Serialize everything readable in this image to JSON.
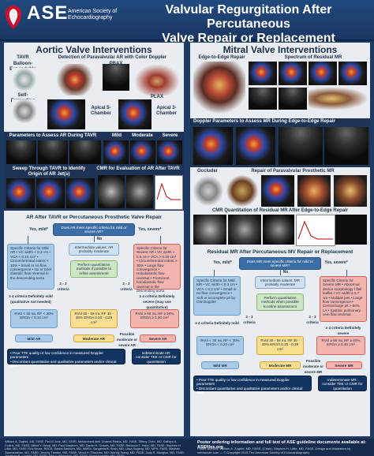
{
  "header": {
    "logo_title": "ASE",
    "logo_sub": "American Society of Echocardiography",
    "title_line1": "Valvular Regurgitation After Percutaneous",
    "title_line2": "Valve Repair or Replacement"
  },
  "left": {
    "title": "Aortic Valve Interventions",
    "tavr": "TAVR",
    "balloon": "Balloon-Expandable",
    "self_exp": "Self-Expanding",
    "detection": "Detection of Paravalvular AR with Color Doppler",
    "pbax": "PBAX",
    "plax": "PLAX",
    "apical5": "Apical 5-Chamber",
    "apical3": "Apical 3-Chamber",
    "params": "Parameters to Assess AR During TAVR",
    "mild": "Mild",
    "moderate": "Moderate",
    "severe": "Severe",
    "sweep": "Sweep Through TAVR to Identify Origin of AR Jet(s)",
    "cmr": "CMR for Evaluation of AR After TAVR",
    "flow_title": "AR After TAVR or Percutaneous Prosthetic Valve Repair",
    "q": "Does AR meet specific criteria for mild or severe AR?",
    "yes_mild": "Yes, mild*",
    "yes_severe": "Yes, severe*",
    "mild_box": "Specific Criteria for Mild AR • VC width < 0.3 cm • VCA < 0.10 cm² • Circumferential extent < 10% • Small or no flow convergence • No or brief diastolic flow reversal in the descending aorta",
    "no_mid": "No",
    "mid_box": "Intermediate values: AR probably moderate",
    "perform": "Perform quantitative methods if possible to refine assessment",
    "severe_box": "Specific Criteria for Severe AR • VC width > 0.6 cm • VCA > 0.30 cm² • Circumferential extent > 30% • Large flow convergence • Holodiastolic flow reversal • Prominent holodiastolic flow reversal in the descending aorta",
    "crit_left": "≥ 4 criteria Definitely mild (qualitative not needed)",
    "crit_right": "≥ 4 criteria Definitely severe (may use quantitative)",
    "crit2_l": "2 - 3 criteria",
    "crit2_r": "2 - 3 criteria",
    "q_mild": "RVol < 30 mL RF < 30% EROA < 0.10 cm²",
    "q_mod": "RVol 30 - 59 mL RF 30 - 49% EROA 0.10 - 0.29 cm²",
    "q_sev": "RVol ≥ 60 mL RF ≥ 50% EROA ≥ 0.30 cm²",
    "out_mild": "Mild AR",
    "out_mod": "Moderate AR",
    "out_sev": "Severe AR",
    "possible": "Possible moderate or severe AR",
    "bullet1": "• Poor TTE quality or low confidence in measured Doppler parameters",
    "bullet2": "• Discordant quantitative and qualitative parameters and/or clinical data",
    "indeterminate": "Indeterminate AR: consider TEE or CMR for quantitation"
  },
  "right": {
    "title": "Mitral Valve Interventions",
    "edge": "Edge-to-Edge Repair",
    "spectrum": "Spectrum of Residual MR",
    "doppler": "Doppler Parameters to Assess MR During Edge-to-Edge Repair",
    "occluder": "Occluder",
    "paravalvular": "Repair of Paravalvular Prosthetic MR",
    "cmr": "CMR Quantitation of Residual MR After Edge-to-Edge Repair",
    "flow_title": "Residual MR After Percutaneous MV Repair or Replacement",
    "q": "Does MR meet specific criteria for mild or severe MR?",
    "yes_mild": "Yes, mild*",
    "yes_severe": "Yes, severe*",
    "mild_box": "Specific Criteria for Mild MR • VC width < 0.3 cm • VCA < 0.2 cm² • Small or no flow convergence • Soft or incomplete jet by CW Doppler",
    "no_mid": "No",
    "mid_box": "Intermediate values: MR probably moderate",
    "perform": "Perform quantitative methods when possible to refine assessment",
    "severe_box": "Specific Criteria for Severe MR • Abnormal device morphology / flail leaflet • VC width ≥ 0.7 cm • Multiple jets • Large flow convergence • Central large jet > 50% LA • Systolic pulmonary vein flow reversal",
    "crit_left": "≥ 4 criteria Definitely mild",
    "crit_right": "≥ 4 criteria Definitely severe",
    "crit2_l": "2 - 3 criteria",
    "crit2_r": "2 - 3 criteria",
    "q_mild": "RVol < 30 mL RF < 30% EROA < 0.20 cm²",
    "q_mod": "RVol 30 - 59 mL RF 30 - 49% EROA 0.20 - 0.39 cm²",
    "q_sev": "RVol ≥ 60 mL RF ≥ 50% EROA ≥ 0.40 cm²",
    "out_mild": "Mild MR",
    "out_mod": "Moderate MR",
    "out_sev": "Severe MR",
    "possible": "Possible moderate or severe MR",
    "bullet1": "• Poor TTE quality or low confidence in measured Doppler parameters",
    "bullet2": "• Discordant quantitative and qualitative parameters and/or clinical data",
    "indeterminate": "Indeterminate MR: consider TEE or CMR for quantitation"
  },
  "footer": {
    "left": "William A. Zoghbi, MD, FASE; Pei-Ni Jone, MD, FASE; Mohammed Amir Chamsi-Pasha, MD, FASE; Tiffany Chen, MD; Kathryn A. Collins, MD, FASE; Milind Y. Desai, MD; Paul Grayburn, MD; Daniel H. Groves, MD, FASE; Rebecca T. Hahn, MD, FASE; Stephen H. Little, MD, FASE; Eric Kruse, RDCS; Danita Sanborn, MD, MMSc; Sangeeta B. Shah, MD; Lissa Sugeng, MD, MPH, FASE; Madhav Swaminathan, MD, FASE; Jeremy Thaden, MD, FASE; Vinod H. Thourani, MD; Wendy Tsang, MD, FASE; Judy R. Mangion, MD, FASE; Jonathan R. Lindner, MD, FASE; Neil J. Weissman, MD, FASE; Samir Kapadia, MD, FASE",
    "right1": "Poster ordering information and full text of ASE guideline documents available at: ASEfiles.org",
    "right2": "Poster Authors: William A. Zoghbi, MD, FASE, (Chair); Stephen H. Little, MD, FASE. Design and illustration by medmovie.com — © Copyright 2019 The American Society of Echocardiography"
  }
}
